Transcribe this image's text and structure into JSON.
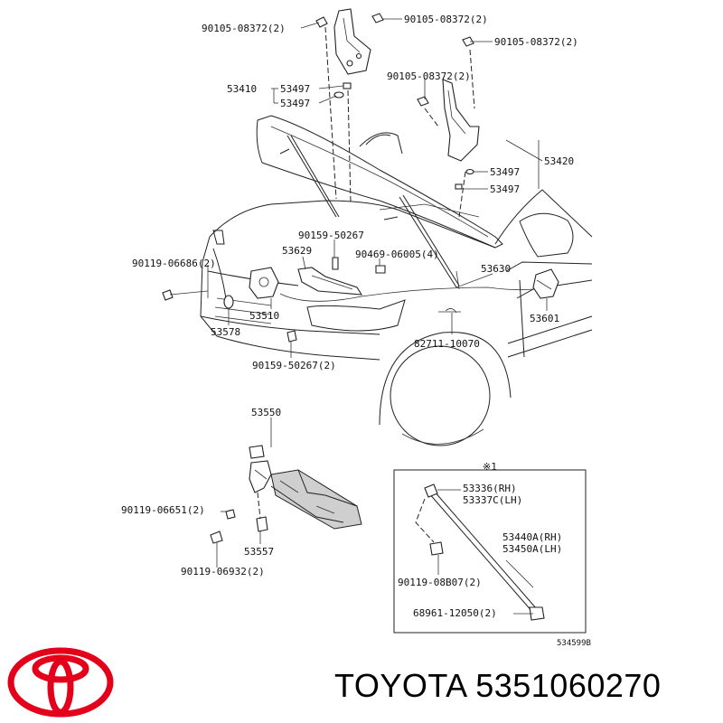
{
  "brand": {
    "name": "TOYOTA",
    "part_number": "5351060270",
    "logo_color": "#e4001b"
  },
  "diagram": {
    "drawing_id": "534599B",
    "detail_marker": "※1",
    "callouts": {
      "c1": "90105-08372(2)",
      "c2": "90105-08372(2)",
      "c3": "90105-08372(2)",
      "c4": "90105-08372(2)",
      "c5": "53410",
      "c6": "53497",
      "c7": "53497",
      "c8": "53420",
      "c9": "53497",
      "c10": "53497",
      "c11": "90159-50267",
      "c12": "53629",
      "c13": "90469-06005(4)",
      "c14": "53630",
      "c15": "90119-06686(2)",
      "c16": "53510",
      "c17": "53578",
      "c18": "53601",
      "c19": "82711-10070",
      "c20": "90159-50267(2)",
      "c21": "53550",
      "c22": "90119-06651(2)",
      "c23": "53557",
      "c24": "90119-06932(2)",
      "c25": "53336(RH)",
      "c26": "53337C(LH)",
      "c27": "53440A(RH)",
      "c28": "53450A(LH)",
      "c29": "90119-08B07(2)",
      "c30": "68961-12050(2)"
    }
  }
}
